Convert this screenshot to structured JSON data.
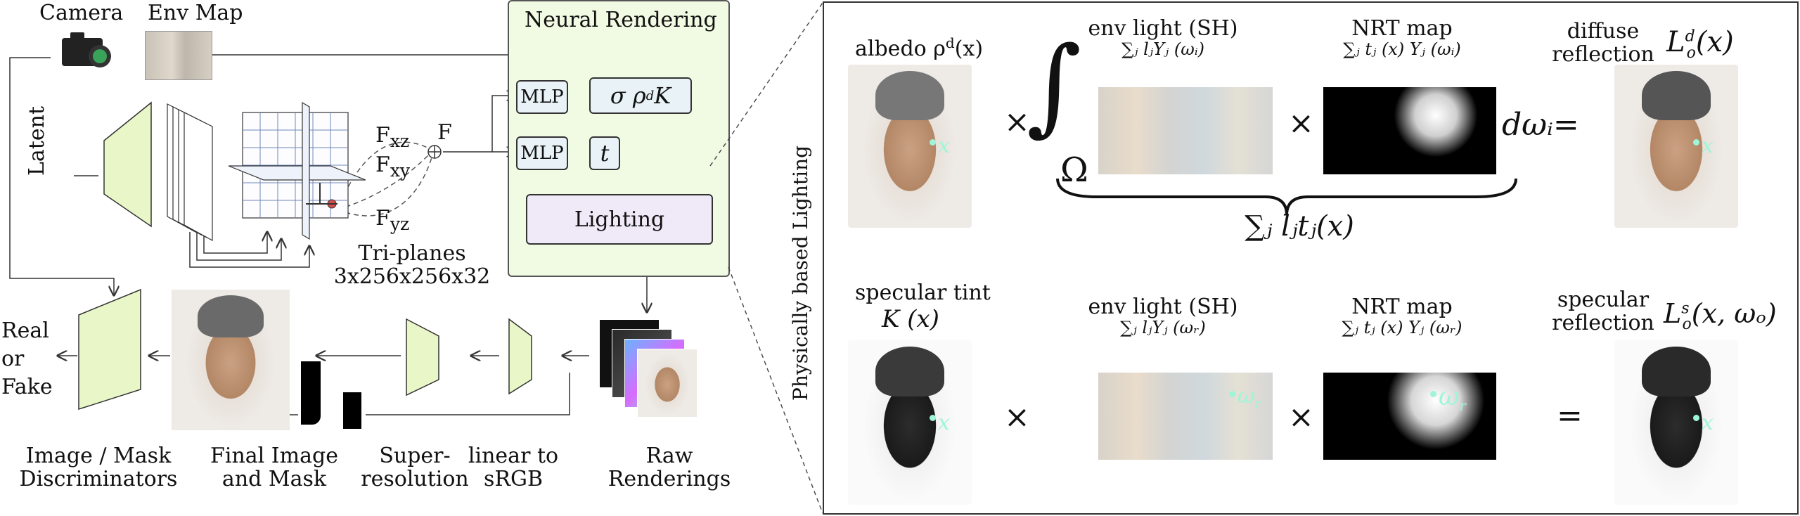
{
  "left": {
    "camera": "Camera",
    "env_map": "Env Map",
    "latent": "Latent",
    "f_xz": "F",
    "f_xz_sub": "xz",
    "f_xy": "F",
    "f_xy_sub": "xy",
    "f_yz": "F",
    "f_yz_sub": "yz",
    "f": "F",
    "triplanes_line1": "Tri-planes",
    "triplanes_line2": "3x256x256x32",
    "neural_rendering": "Neural Rendering",
    "mlp1": "MLP",
    "mlp2": "MLP",
    "sigma_rho_K": "σ  ρ",
    "sigma_rho_K_sup": "d",
    "sigma_rho_K_tail": " K",
    "t": "t",
    "lighting": "Lighting",
    "real": "Real",
    "or": "or",
    "fake": "Fake",
    "disc_line1": "Image / Mask",
    "disc_line2": "Discriminators",
    "final_line1": "Final Image",
    "final_line2": "and Mask",
    "sr_line1": "Super-",
    "sr_line2": "resolution",
    "lin_line1": "linear to",
    "lin_line2": "sRGB",
    "raw_line1": "Raw",
    "raw_line2": "Renderings"
  },
  "right": {
    "side_label": "Physically based Lighting",
    "albedo": "albedo ρ",
    "albedo_sup": "d",
    "albedo_tail": "(x)",
    "env_sh_top": "env light (SH)",
    "env_sh_top_formula": "∑ⱼ lⱼYⱼ (ωᵢ)",
    "nrt_top": "NRT map",
    "nrt_top_formula": "∑ⱼ tⱼ (x) Yⱼ (ωᵢ)",
    "diffuse_line1": "diffuse",
    "diffuse_line2": "reflection",
    "diffuse_formula": "L",
    "diffuse_formula_sup": "d",
    "diffuse_formula_sub": "o",
    "diffuse_formula_tail": "(x)",
    "integral": "∫",
    "omega_big": "Ω",
    "d_omega": "dωᵢ=",
    "brace_formula": "∑ⱼ lⱼtⱼ(x)",
    "specular_tint": "specular tint",
    "specular_tint_formula": "K (x)",
    "env_sh_bot": "env light (SH)",
    "env_sh_bot_formula": "∑ⱼ lⱼYⱼ (ωᵣ)",
    "nrt_bot": "NRT map",
    "nrt_bot_formula": "∑ⱼ tⱼ (x) Yⱼ (ωᵣ)",
    "specular_line1": "specular",
    "specular_line2": "reflection",
    "specular_formula": "L",
    "specular_formula_sup": "s",
    "specular_formula_sub": "o",
    "specular_formula_tail": "(x, ωₒ)",
    "times": "×",
    "equals": "=",
    "x_mark": "x",
    "omega_r_mark": "ω",
    "omega_r_sub": "r"
  }
}
